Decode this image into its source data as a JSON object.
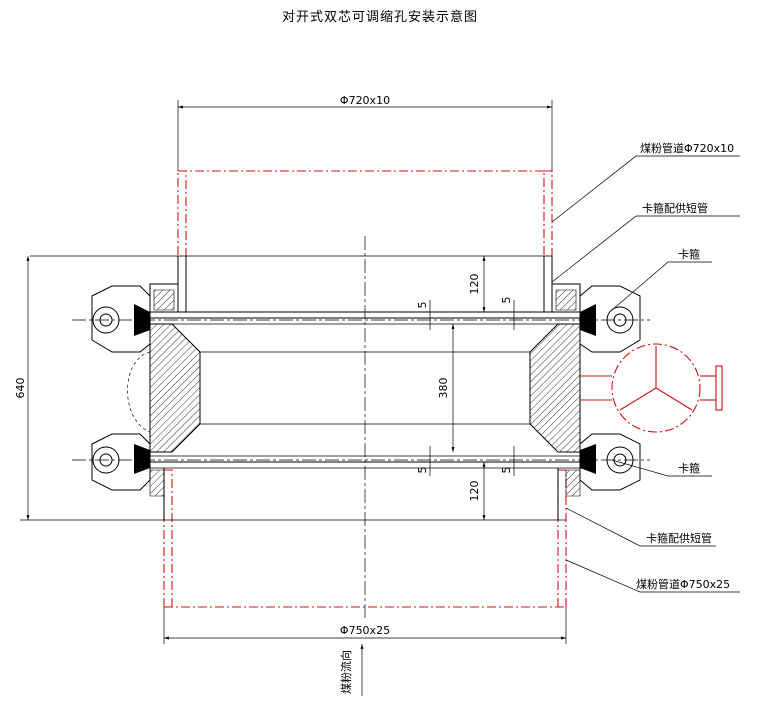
{
  "title": "对开式双芯可调缩孔安装示意图",
  "dimensions": {
    "top_diameter": "Φ720x10",
    "bottom_diameter": "Φ750x25",
    "overall_height": "640",
    "inner_height": "380",
    "upper_short_pipe": "120",
    "lower_short_pipe": "120",
    "gap_a": "5",
    "gap_b": "5",
    "gap_c": "5",
    "gap_d": "5"
  },
  "callouts": {
    "top_pipe": "煤粉管道Φ720x10",
    "top_short_pipe": "卡箍配供短管",
    "top_clamp": "卡箍",
    "bottom_clamp": "卡箍",
    "bottom_short_pipe": "卡箍配供短管",
    "bottom_pipe": "煤粉管道Φ750x25"
  },
  "flow_label": "煤粉流向",
  "colors": {
    "line": "#000000",
    "pipe": "#d01010"
  }
}
